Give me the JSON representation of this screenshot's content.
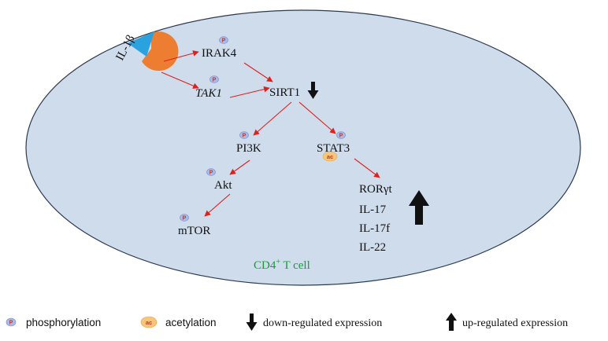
{
  "colors": {
    "cell_fill": "#cfdcec",
    "cell_stroke": "#2b3a4f",
    "arrow": "#e0201b",
    "cell_label": "#1a9a3a",
    "receptor": "#ed7d31",
    "ligand": "#2aa2e0",
    "phospho_badge_fill": "#a9b8e6",
    "acetyl_badge_fill": "#f7c67a"
  },
  "ligand": {
    "label": "IL-1β"
  },
  "nodes": {
    "irak4": "IRAK4",
    "tak1": "TAK1",
    "sirt1": "SIRT1",
    "pi3k": "PI3K",
    "stat3": "STAT3",
    "akt": "Akt",
    "mtor": "mTOR"
  },
  "outputs": [
    "RORγt",
    "IL-17",
    "IL-17f",
    "IL-22"
  ],
  "cell_label": {
    "main": "CD4",
    "superscript": "+",
    "suffix": " T cell"
  },
  "badges": {
    "phospho": "P",
    "acetyl": "ac"
  },
  "legend": {
    "phosphorylation": "phosphorylation",
    "acetylation": "acetylation",
    "down": "down-regulated expression",
    "up": "up-regulated expression"
  },
  "icons": {
    "phospho": "phosphate-badge-icon",
    "acetyl": "acetyl-badge-icon",
    "down": "down-arrow-icon",
    "up": "up-arrow-icon"
  }
}
